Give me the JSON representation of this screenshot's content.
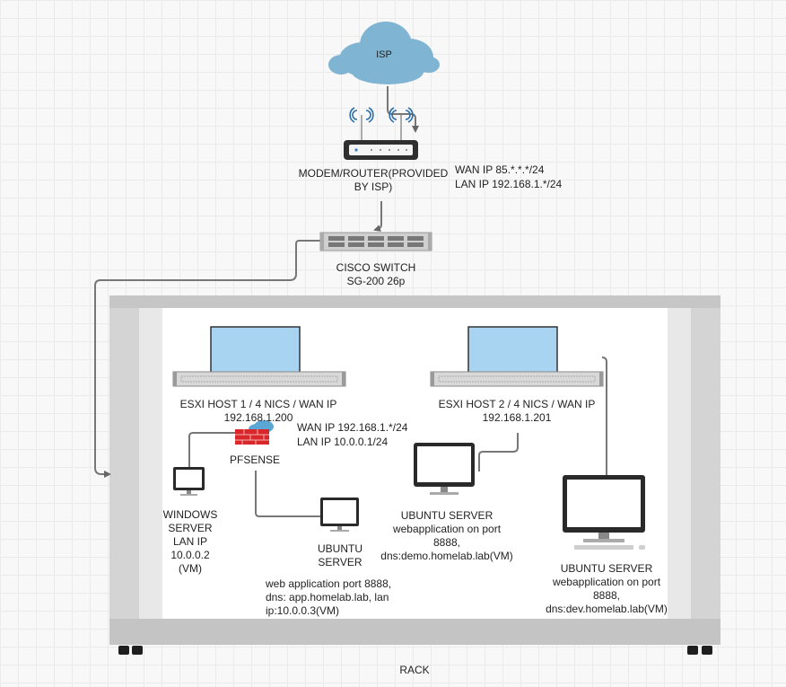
{
  "isp": {
    "label": "ISP"
  },
  "router": {
    "name_line1": "MODEM/ROUTER(PROVIDED",
    "name_line2": "BY ISP)",
    "wan": "WAN IP 85.*.*.*/24",
    "lan": "LAN  IP 192.168.1.*/24"
  },
  "switch": {
    "name_line1": "CISCO SWITCH",
    "name_line2": "SG-200 26p"
  },
  "host1": {
    "line1": "ESXI HOST 1 / 4 NICS / WAN IP",
    "line2": "192.168.1.200"
  },
  "host2": {
    "line1": "ESXI HOST 2 / 4 NICS / WAN IP",
    "line2": "192.168.1.201"
  },
  "pfsense": {
    "label": "PFSENSE",
    "wan": "WAN IP 192.168.1.*/24",
    "lan": "LAN IP 10.0.0.1/24"
  },
  "windows": {
    "lines": [
      "WINDOWS",
      "SERVER",
      "LAN IP",
      "10.0.0.2",
      "(VM)"
    ]
  },
  "ubuntu_app": {
    "name_lines": [
      "UBUNTU",
      "SERVER"
    ],
    "desc_lines": [
      "web application port 8888,",
      "dns: app.homelab.lab, lan",
      "ip:10.0.0.3(VM)"
    ]
  },
  "ubuntu_demo": {
    "lines": [
      "UBUNTU SERVER",
      "webapplication on port",
      "8888,",
      "dns:demo.homelab.lab(VM)"
    ]
  },
  "ubuntu_dev": {
    "lines": [
      "UBUNTU SERVER",
      "webapplication on port",
      "8888,",
      "dns:dev.homelab.lab(VM)"
    ]
  },
  "rack": {
    "label": "RACK"
  },
  "colors": {
    "cloud": "#7fb4d3",
    "screen": "#a8d4f2",
    "rack": "#d2d2d2",
    "firewall": "#d9262a",
    "line": "#777777"
  }
}
